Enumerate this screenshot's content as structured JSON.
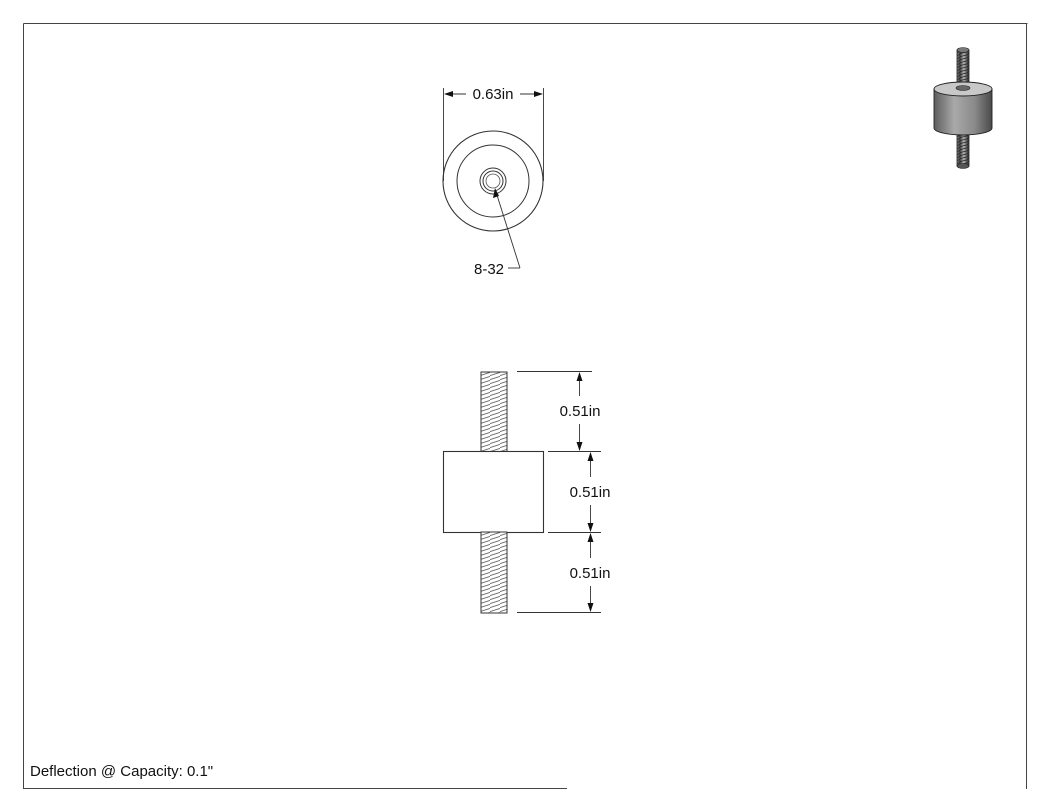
{
  "drawing": {
    "top_view": {
      "diameter_label": "0.63in",
      "thread_callout": "8-32"
    },
    "side_view": {
      "upper_stud_length": "0.51in",
      "body_height": "0.51in",
      "lower_stud_length": "0.51in"
    },
    "notes": {
      "deflection": "Deflection @ Capacity: 0.1\""
    }
  }
}
